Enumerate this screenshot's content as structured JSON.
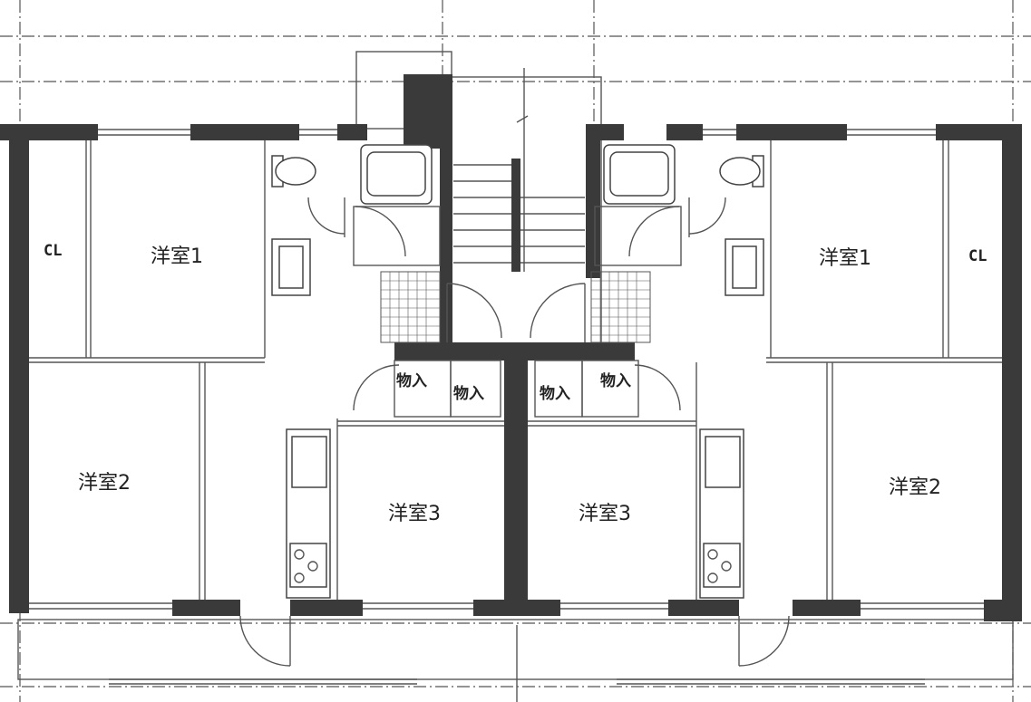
{
  "rooms": {
    "left_cl": "CL",
    "left_room1": "洋室1",
    "left_room2": "洋室2",
    "left_room3": "洋室3",
    "right_cl": "CL",
    "right_room1": "洋室1",
    "right_room2": "洋室2",
    "right_room3": "洋室3"
  },
  "storage": {
    "s1": "物入",
    "s2": "物入",
    "s3": "物入",
    "s4": "物入"
  }
}
